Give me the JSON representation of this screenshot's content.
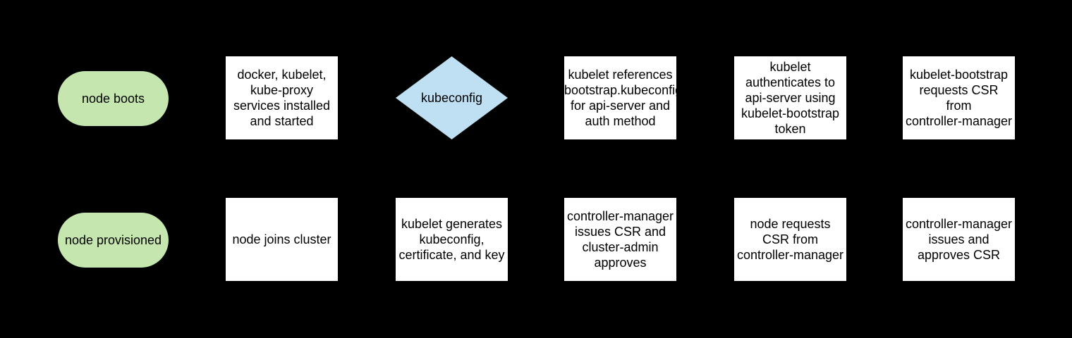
{
  "diagram": {
    "background": "#000000",
    "colors": {
      "terminator_fill": "#c5e6ae",
      "decision_fill": "#bfe0f2",
      "process_fill": "#ffffff",
      "text": "#000000"
    },
    "rows": [
      {
        "name": "top-flow",
        "nodes": [
          {
            "type": "terminator",
            "label": "node boots"
          },
          {
            "type": "process",
            "label": "docker, kubelet,\nkube-proxy\nservices installed\nand started"
          },
          {
            "type": "decision",
            "label": "kubeconfig"
          },
          {
            "type": "process",
            "label": "kubelet references\nbootstrap.kubeconfig\nfor api-server and\nauth method"
          },
          {
            "type": "process",
            "label": "kubelet\nauthenticates to\napi-server using\nkubelet-bootstrap\ntoken"
          },
          {
            "type": "process",
            "label": "kubelet-bootstrap\nrequests CSR\nfrom\ncontroller-manager"
          }
        ]
      },
      {
        "name": "bottom-flow",
        "nodes": [
          {
            "type": "terminator",
            "label": "node provisioned"
          },
          {
            "type": "process",
            "label": "node joins cluster"
          },
          {
            "type": "process",
            "label": "kubelet generates\nkubeconfig,\ncertificate, and key"
          },
          {
            "type": "process",
            "label": "controller-manager\nissues CSR and\ncluster-admin\napproves"
          },
          {
            "type": "process",
            "label": "node requests\nCSR from\ncontroller-manager"
          },
          {
            "type": "process",
            "label": "controller-manager\nissues and\napproves CSR"
          }
        ]
      }
    ]
  }
}
